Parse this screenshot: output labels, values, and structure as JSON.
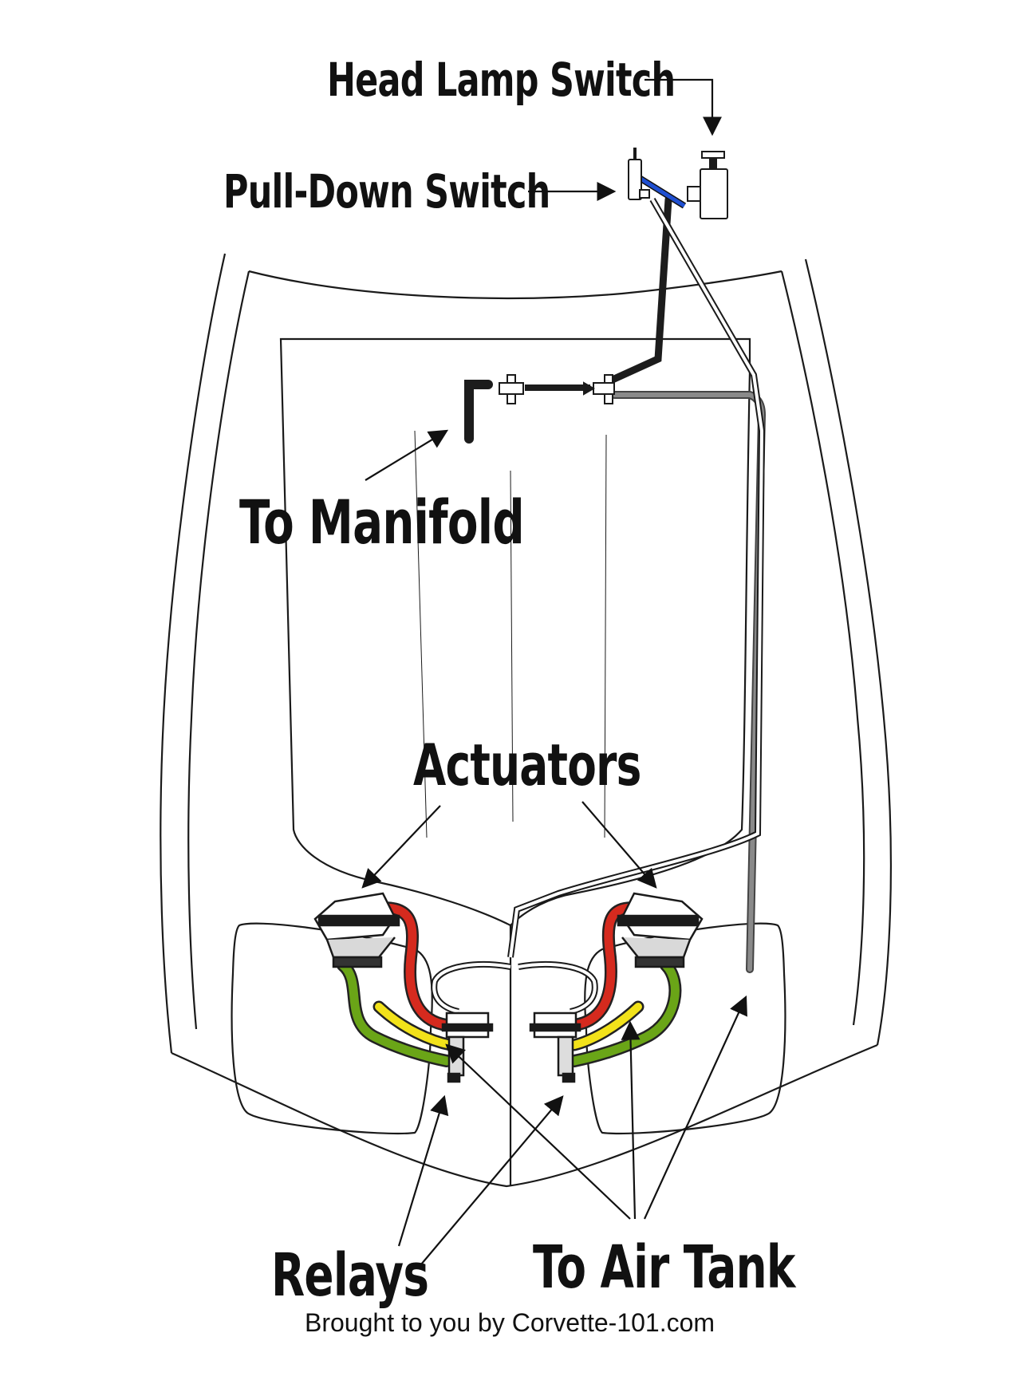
{
  "diagram": {
    "labels": {
      "head_lamp_switch": "Head Lamp Switch",
      "pull_down_switch": "Pull-Down Switch",
      "to_manifold": "To Manifold",
      "actuators": "Actuators",
      "relays": "Relays",
      "to_air_tank": "To Air Tank"
    },
    "credit": "Brought to you by Corvette-101.com"
  },
  "colors": {
    "outline": "#1a1a1a",
    "hose_black": "#1c1c1c",
    "hose_gray": "#777777",
    "hose_blue": "#1f4fd1",
    "hose_red": "#d52a1e",
    "hose_yellow": "#f2e21a",
    "hose_green": "#6aa517"
  }
}
